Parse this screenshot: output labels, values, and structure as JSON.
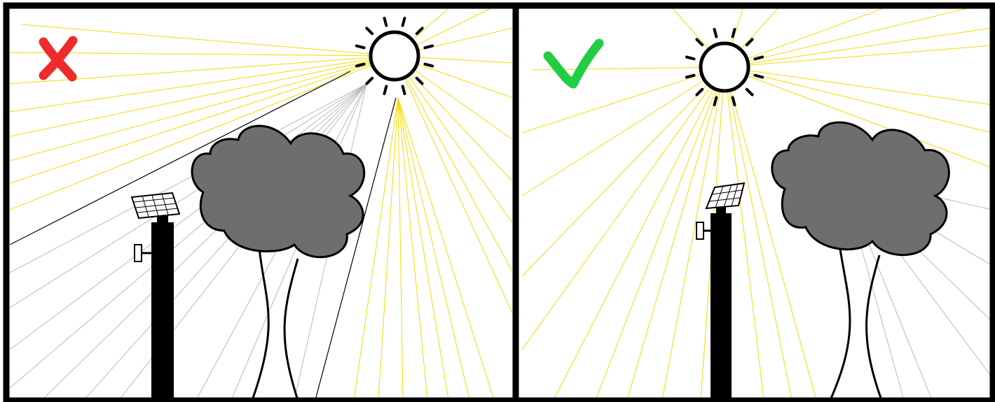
{
  "panels": [
    {
      "id": "wrong",
      "verdict": "incorrect",
      "mark_icon": "red-x-icon",
      "mark_color": "#ee2a2a",
      "tree_shades_solar_panel": true
    },
    {
      "id": "right",
      "verdict": "correct",
      "mark_icon": "green-check-icon",
      "mark_color": "#22cc44",
      "tree_shades_solar_panel": false
    }
  ],
  "colors": {
    "frame": "#000000",
    "sun_ray": "#f2dc00",
    "shade_ray": "#b8b8b8",
    "shade_edge": "#000000",
    "tree_canopy": "#6e6e6e",
    "pole": "#000000",
    "background": "#ffffff"
  }
}
